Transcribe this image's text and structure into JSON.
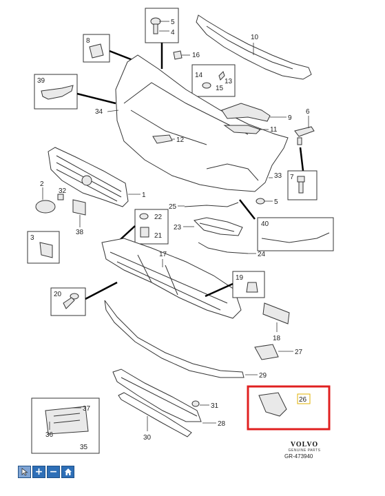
{
  "parts": {
    "p1": "1",
    "p2": "2",
    "p3": "3",
    "p4": "4",
    "p5": "5",
    "p6": "6",
    "p7": "7",
    "p8": "8",
    "p9": "9",
    "p10": "10",
    "p11": "11",
    "p12": "12",
    "p13": "13",
    "p14": "14",
    "p15": "15",
    "p16": "16",
    "p17": "17",
    "p18": "18",
    "p19": "19",
    "p20": "20",
    "p21": "21",
    "p22": "22",
    "p23": "23",
    "p24": "24",
    "p25": "25",
    "p26": "26",
    "p27": "27",
    "p28": "28",
    "p29": "29",
    "p30": "30",
    "p31": "31",
    "p32": "32",
    "p33": "33",
    "p34": "34",
    "p35": "35",
    "p36": "36",
    "p37": "37",
    "p38": "38",
    "p39": "39",
    "p40": "40"
  },
  "highlight_color": "#e02020",
  "toolbar_color": "#2e6fb7",
  "brand": {
    "name": "VOLVO",
    "subtitle": "GENUINE PARTS"
  },
  "reference": "GR-473940",
  "toolbar": {
    "select_icon": "cursor-icon",
    "zoom_in_icon": "plus-icon",
    "zoom_out_icon": "minus-icon",
    "home_icon": "home-icon"
  }
}
